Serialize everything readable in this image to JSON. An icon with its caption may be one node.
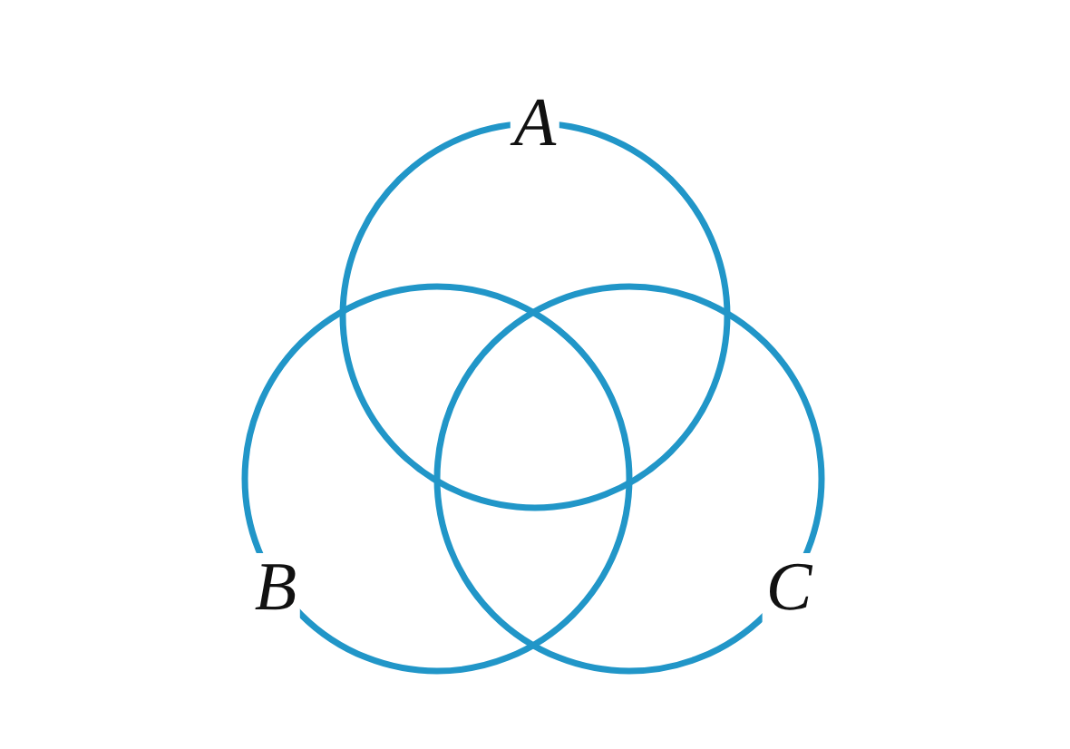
{
  "diagram": {
    "nodes": [
      {
        "text": [
          "A"
        ]
      },
      {
        "text": [
          "B"
        ]
      },
      {
        "text": [
          "C"
        ]
      }
    ],
    "edges": []
  }
}
